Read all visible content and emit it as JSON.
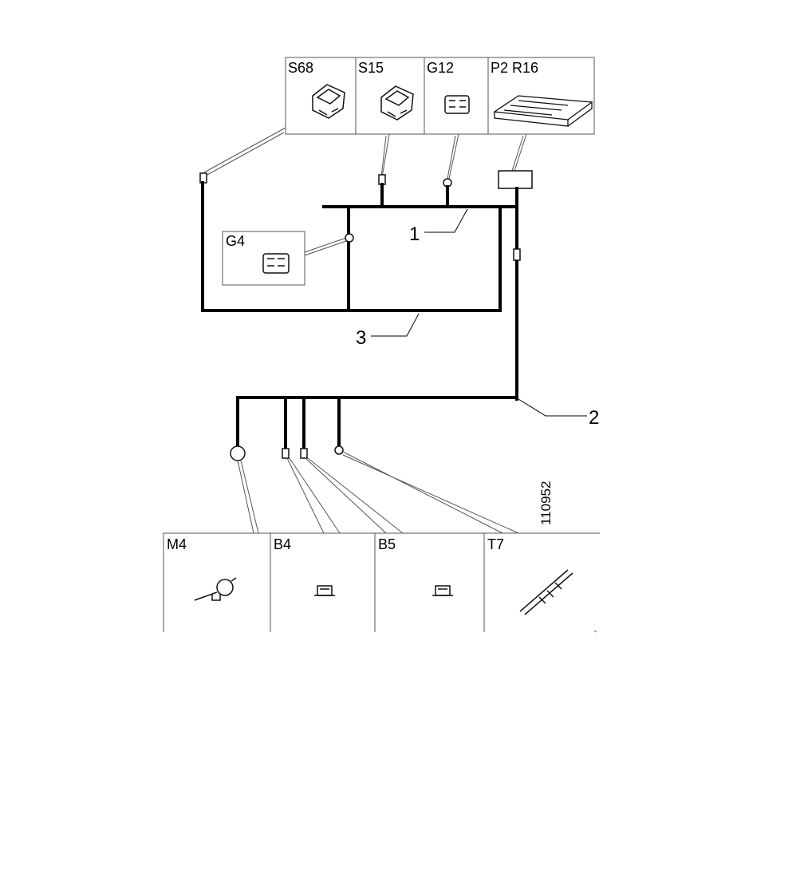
{
  "components_top": [
    {
      "id": "S68",
      "label": "S68",
      "icon": "rocker-switch-icon"
    },
    {
      "id": "S15",
      "label": "S15",
      "icon": "rocker-switch-icon"
    },
    {
      "id": "G12",
      "label": "G12",
      "icon": "sensor-connector-icon"
    },
    {
      "id": "P2R16",
      "label": "P2 R16",
      "icon": "circuit-board-icon"
    }
  ],
  "component_mid": {
    "id": "G4",
    "label": "G4",
    "icon": "sensor-connector-icon"
  },
  "components_bottom": [
    {
      "id": "M4",
      "label": "M4",
      "icon": "motor-icon"
    },
    {
      "id": "B4",
      "label": "B4",
      "icon": "sensor-icon"
    },
    {
      "id": "B5",
      "label": "B5",
      "icon": "sensor-icon"
    },
    {
      "id": "T7",
      "label": "T7",
      "icon": "glow-plug-icon"
    }
  ],
  "callouts": {
    "one": "1",
    "two": "2",
    "three": "3"
  },
  "reference_number": "110952"
}
